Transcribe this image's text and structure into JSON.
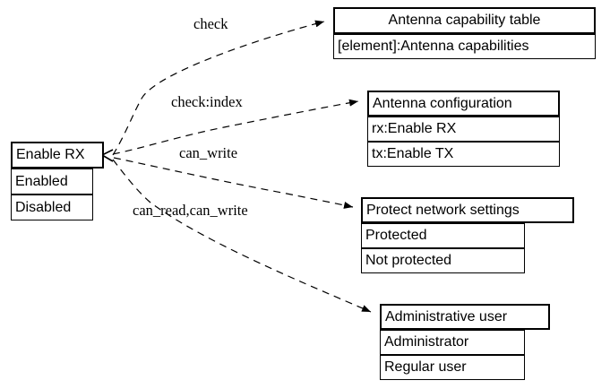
{
  "diagram": {
    "type": "entity-relationship-record-diagram",
    "background_color": "#ffffff",
    "line_color": "#000000",
    "edge_style": "dashed-with-arrowhead"
  },
  "nodes": {
    "enable_rx": {
      "title": "Enable RX",
      "rows": [
        "Enabled",
        "Disabled"
      ]
    },
    "antenna_capability_table": {
      "title": "Antenna capability table",
      "rows": [
        "[element]:Antenna capabilities"
      ]
    },
    "antenna_configuration": {
      "title": "Antenna configuration",
      "rows": [
        "rx:Enable RX",
        "tx:Enable TX"
      ]
    },
    "protect_network_settings": {
      "title": "Protect network settings",
      "rows": [
        "Protected",
        "Not protected"
      ]
    },
    "administrative_user": {
      "title": "Administrative user",
      "rows": [
        "Administrator",
        "Regular user"
      ]
    }
  },
  "edges": [
    {
      "id": "edge-check",
      "label": "check",
      "from": "enable_rx",
      "to": "antenna_capability_table"
    },
    {
      "id": "edge-check-index",
      "label": "check:index",
      "from": "enable_rx",
      "to": "antenna_configuration"
    },
    {
      "id": "edge-can-write",
      "label": "can_write",
      "from": "enable_rx",
      "to": "protect_network_settings"
    },
    {
      "id": "edge-can-read-can-write",
      "label": "can_read,can_write",
      "from": "enable_rx",
      "to": "administrative_user"
    }
  ]
}
